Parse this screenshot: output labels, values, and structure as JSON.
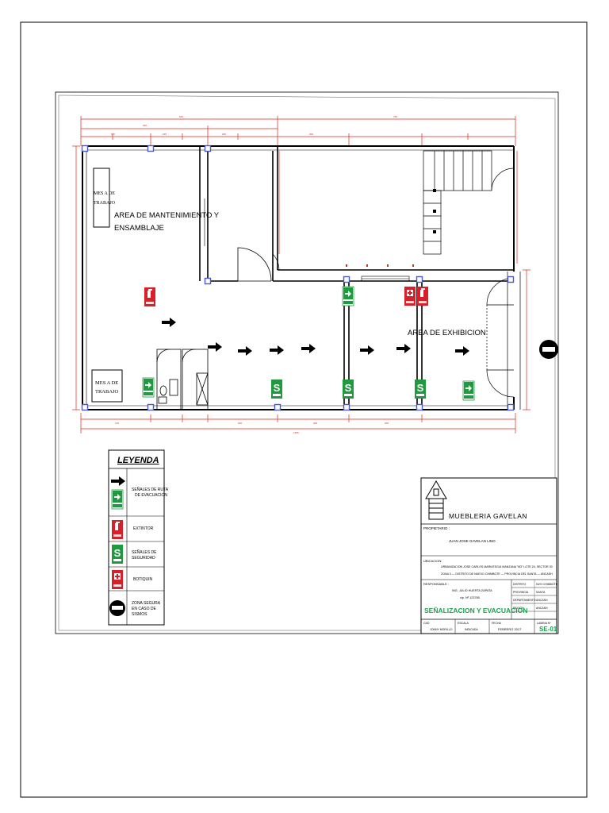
{
  "areas": {
    "mantenimiento_line1": "AREA DE MANTENIMIENTO Y",
    "mantenimiento_line2": "ENSAMBLAJE",
    "exhibicion": "AREA DE EXHIBICION",
    "mesa_top_line1": "MES A DE",
    "mesa_top_line2": "TRABAJO",
    "mesa_bottom_line1": "MES A DE",
    "mesa_bottom_line2": "TRABAJO"
  },
  "legend": {
    "title": "LEYENDA",
    "items": [
      {
        "icon": "arrow-and-exit-sign",
        "label_line1": "SEÑALES DE RUTA",
        "label_line2": "DE EVACUACION",
        "label_line3": ""
      },
      {
        "icon": "fire-extinguisher-sign",
        "label_line1": "EXTINTOR",
        "label_line2": "",
        "label_line3": ""
      },
      {
        "icon": "safety-s-sign",
        "label_line1": "SEÑALES DE",
        "label_line2": "SEGURIDAD",
        "label_line3": ""
      },
      {
        "icon": "first-aid-sign",
        "label_line1": "BOTIQUIN",
        "label_line2": "",
        "label_line3": ""
      },
      {
        "icon": "safe-zone-sign",
        "label_line1": "ZONA SEGURA",
        "label_line2": "EN CASO DE",
        "label_line3": "SISMOS"
      }
    ]
  },
  "title_block": {
    "company": "MUEBLERIA GAVELAN",
    "propietario_label": "PROPIETARIO :",
    "propietario": "JUAN JOSE GAVELAN LINO",
    "ubicacion_label": "UBICACION:",
    "ubicacion_line1": "URBANIZACION JOSE CARLOS MARIATEGUI MANZANA \"M3\" LOTE 24, SECTOR 30",
    "ubicacion_line2": "ZONA 3 — DISTRITO DE NUEVO CHIMBOTE — PROVINCIA DEL SANTA — ANCASH",
    "responsable_label": "RESPONSABLE :",
    "responsable_line1": "ING. JULIO HUERTA ZAPATA",
    "responsable_line2": "cip. Nº 123780",
    "distrito_label": "DISTRITO",
    "distrito": "NVO CHIMBOTE",
    "provincia_label": "PROVINCIA",
    "provincia": "SANTA",
    "departamento_label": "DEPARTAMENTO",
    "departamento": "ANCASH",
    "region_label": "REGION",
    "region": "ANCASH",
    "plan_title": "SEÑALIZACION Y EVACUACION",
    "cad_label": "CAD",
    "cad": "JONNY MORILLO",
    "escala_label": "ESCALA",
    "escala": "INDICADA",
    "fecha_label": "FECHA",
    "fecha": "FEBRERO 2017",
    "lamina_label": "LAMINA Nº",
    "lamina": "SE-01"
  },
  "colors": {
    "dimension_red": "#e0241a",
    "sign_green": "#1f9a3e",
    "sign_red": "#d8202a",
    "plan_title_green": "#1aa34a",
    "column_blue": "#4a58c8"
  }
}
